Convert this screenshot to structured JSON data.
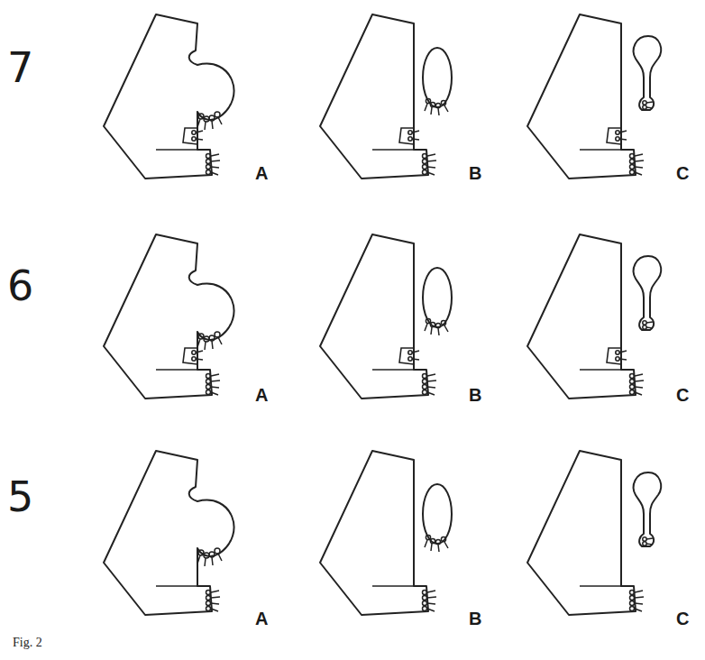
{
  "diagram": {
    "labels": [
      "7",
      "A",
      "B",
      "C",
      "6",
      "A",
      "B",
      "C",
      "5",
      "A",
      "B",
      "C",
      "Fig. 2"
    ]
  }
}
